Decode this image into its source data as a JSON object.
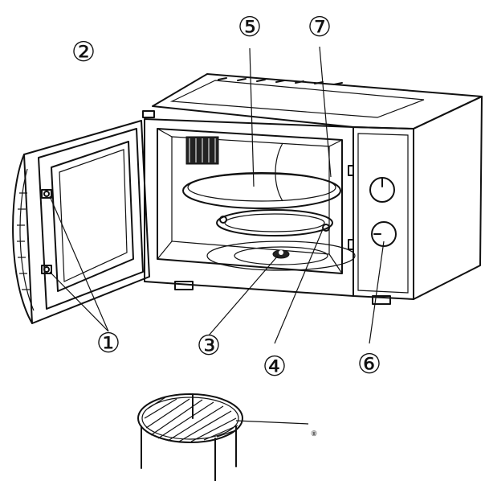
{
  "callouts": [
    {
      "id": "1",
      "label": "①"
    },
    {
      "id": "2",
      "label": "②"
    },
    {
      "id": "3",
      "label": "③"
    },
    {
      "id": "4",
      "label": "④"
    },
    {
      "id": "5",
      "label": "⑤"
    },
    {
      "id": "6",
      "label": "⑥"
    },
    {
      "id": "7",
      "label": "⑦"
    },
    {
      "id": "8",
      "label": "⑧"
    }
  ]
}
